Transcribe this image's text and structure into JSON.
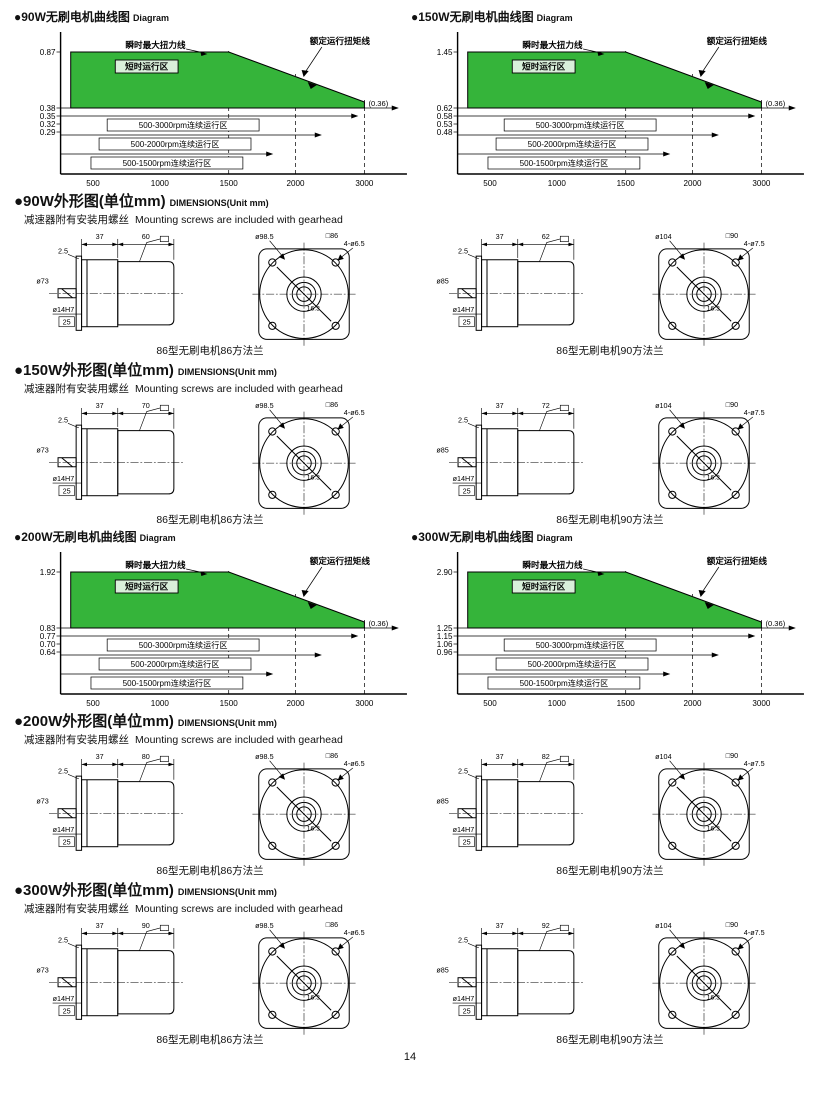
{
  "page": {
    "number": "14"
  },
  "charts": [
    {
      "title": "●90W无刷电机曲线图",
      "title_en": "Diagram",
      "peak": "0.87",
      "ticks": [
        "0.38",
        "0.35",
        "0.32",
        "0.29"
      ],
      "right_value": "(0.36)",
      "max_line_label": "瞬时最大扭力线",
      "short_zone_label": "短时运行区",
      "rated_line_label": "额定运行扭矩线",
      "bands": [
        "500-3000rpm连续运行区",
        "500-2000rpm连续运行区",
        "500-1500rpm连续运行区"
      ],
      "x_ticks": [
        "500",
        "1000",
        "1500",
        "2000",
        "3000"
      ],
      "chart_data": {
        "type": "area",
        "x_rpm": [
          500,
          1500,
          3000
        ],
        "peak_torque_Nm": [
          0.87,
          0.87,
          0.36
        ],
        "rated_torque_Nm": [
          0.38,
          0.38,
          0.36
        ],
        "continuous_lines_Nm": [
          0.35,
          0.32,
          0.29
        ]
      }
    },
    {
      "title": "●150W无刷电机曲线图",
      "title_en": "Diagram",
      "peak": "1.45",
      "ticks": [
        "0.62",
        "0.58",
        "0.53",
        "0.48"
      ],
      "right_value": "(0.36)",
      "max_line_label": "瞬时最大扭力线",
      "short_zone_label": "短时运行区",
      "rated_line_label": "额定运行扭矩线",
      "bands": [
        "500-3000rpm连续运行区",
        "500-2000rpm连续运行区",
        "500-1500rpm连续运行区"
      ],
      "x_ticks": [
        "500",
        "1000",
        "1500",
        "2000",
        "3000"
      ],
      "chart_data": {
        "type": "area",
        "x_rpm": [
          500,
          1500,
          3000
        ],
        "peak_torque_Nm": [
          1.45,
          1.45,
          0.36
        ],
        "rated_torque_Nm": [
          0.62,
          0.62,
          0.36
        ],
        "continuous_lines_Nm": [
          0.58,
          0.53,
          0.48
        ]
      }
    },
    {
      "title": "●200W无刷电机曲线图",
      "title_en": "Diagram",
      "peak": "1.92",
      "ticks": [
        "0.83",
        "0.77",
        "0.70",
        "0.64"
      ],
      "right_value": "(0.36)",
      "max_line_label": "瞬时最大扭力线",
      "short_zone_label": "短时运行区",
      "rated_line_label": "额定运行扭矩线",
      "bands": [
        "500-3000rpm连续运行区",
        "500-2000rpm连续运行区",
        "500-1500rpm连续运行区"
      ],
      "x_ticks": [
        "500",
        "1000",
        "1500",
        "2000",
        "3000"
      ],
      "chart_data": {
        "type": "area",
        "x_rpm": [
          500,
          1500,
          3000
        ],
        "peak_torque_Nm": [
          1.92,
          1.92,
          0.36
        ],
        "rated_torque_Nm": [
          0.83,
          0.83,
          0.36
        ],
        "continuous_lines_Nm": [
          0.77,
          0.7,
          0.64
        ]
      }
    },
    {
      "title": "●300W无刷电机曲线图",
      "title_en": "Diagram",
      "peak": "2.90",
      "ticks": [
        "1.25",
        "1.15",
        "1.06",
        "0.96"
      ],
      "right_value": "(0.36)",
      "max_line_label": "瞬时最大扭力线",
      "short_zone_label": "短时运行区",
      "rated_line_label": "额定运行扭矩线",
      "bands": [
        "500-3000rpm连续运行区",
        "500-2000rpm连续运行区",
        "500-1500rpm连续运行区"
      ],
      "x_ticks": [
        "500",
        "1000",
        "1500",
        "2000",
        "3000"
      ],
      "chart_data": {
        "type": "area",
        "x_rpm": [
          500,
          1500,
          3000
        ],
        "peak_torque_Nm": [
          2.9,
          2.9,
          0.36
        ],
        "rated_torque_Nm": [
          1.25,
          1.25,
          0.36
        ],
        "continuous_lines_Nm": [
          1.15,
          1.06,
          0.96
        ]
      }
    }
  ],
  "sections": [
    {
      "title": "●90W外形图(单位mm)",
      "title_en": "DIMENSIONS(Unit mm)",
      "note": "减速器附有安装用螺丝",
      "note_en": "Mounting screws are included with gearhead",
      "pairs": [
        {
          "gear_len": "37",
          "body_len": "60",
          "lip": "2.5",
          "body_dia": "ø73",
          "shaft_dia": "ø14H7",
          "shaft_len": "25",
          "bolt_circle": "ø98.5",
          "square": "□86",
          "holes": "4-ø6.5",
          "key": "16.3",
          "caption": "86型无刷电机86方法兰"
        },
        {
          "gear_len": "37",
          "body_len": "62",
          "lip": "2.5",
          "body_dia": "ø85",
          "shaft_dia": "ø14H7",
          "shaft_len": "25",
          "bolt_circle": "ø104",
          "square": "□90",
          "holes": "4-ø7.5",
          "key": "16.3",
          "caption": "86型无刷电机90方法兰"
        }
      ]
    },
    {
      "title": "●150W外形图(单位mm)",
      "title_en": "DIMENSIONS(Unit mm)",
      "note": "减速器附有安装用螺丝",
      "note_en": "Mounting screws are included with gearhead",
      "pairs": [
        {
          "gear_len": "37",
          "body_len": "70",
          "lip": "2.5",
          "body_dia": "ø73",
          "shaft_dia": "ø14H7",
          "shaft_len": "25",
          "bolt_circle": "ø98.5",
          "square": "□86",
          "holes": "4-ø6.5",
          "key": "16.3",
          "caption": "86型无刷电机86方法兰"
        },
        {
          "gear_len": "37",
          "body_len": "72",
          "lip": "2.5",
          "body_dia": "ø85",
          "shaft_dia": "ø14H7",
          "shaft_len": "25",
          "bolt_circle": "ø104",
          "square": "□90",
          "holes": "4-ø7.5",
          "key": "16.3",
          "caption": "86型无刷电机90方法兰"
        }
      ]
    },
    {
      "title": "●200W外形图(单位mm)",
      "title_en": "DIMENSIONS(Unit mm)",
      "note": "减速器附有安装用螺丝",
      "note_en": "Mounting screws are included with gearhead",
      "pairs": [
        {
          "gear_len": "37",
          "body_len": "80",
          "lip": "2.5",
          "body_dia": "ø73",
          "shaft_dia": "ø14H7",
          "shaft_len": "25",
          "bolt_circle": "ø98.5",
          "square": "□86",
          "holes": "4-ø6.5",
          "key": "16.3",
          "caption": "86型无刷电机86方法兰"
        },
        {
          "gear_len": "37",
          "body_len": "82",
          "lip": "2.5",
          "body_dia": "ø85",
          "shaft_dia": "ø14H7",
          "shaft_len": "25",
          "bolt_circle": "ø104",
          "square": "□90",
          "holes": "4-ø7.5",
          "key": "16.3",
          "caption": "86型无刷电机90方法兰"
        }
      ]
    },
    {
      "title": "●300W外形图(单位mm)",
      "title_en": "DIMENSIONS(Unit mm)",
      "note": "减速器附有安装用螺丝",
      "note_en": "Mounting screws are included with gearhead",
      "pairs": [
        {
          "gear_len": "37",
          "body_len": "90",
          "lip": "2.5",
          "body_dia": "ø73",
          "shaft_dia": "ø14H7",
          "shaft_len": "25",
          "bolt_circle": "ø98.5",
          "square": "□86",
          "holes": "4-ø6.5",
          "key": "16.3",
          "caption": "86型无刷电机86方法兰"
        },
        {
          "gear_len": "37",
          "body_len": "92",
          "lip": "2.5",
          "body_dia": "ø85",
          "shaft_dia": "ø14H7",
          "shaft_len": "25",
          "bolt_circle": "ø104",
          "square": "□90",
          "holes": "4-ø7.5",
          "key": "16.3",
          "caption": "86型无刷电机90方法兰"
        }
      ]
    }
  ]
}
